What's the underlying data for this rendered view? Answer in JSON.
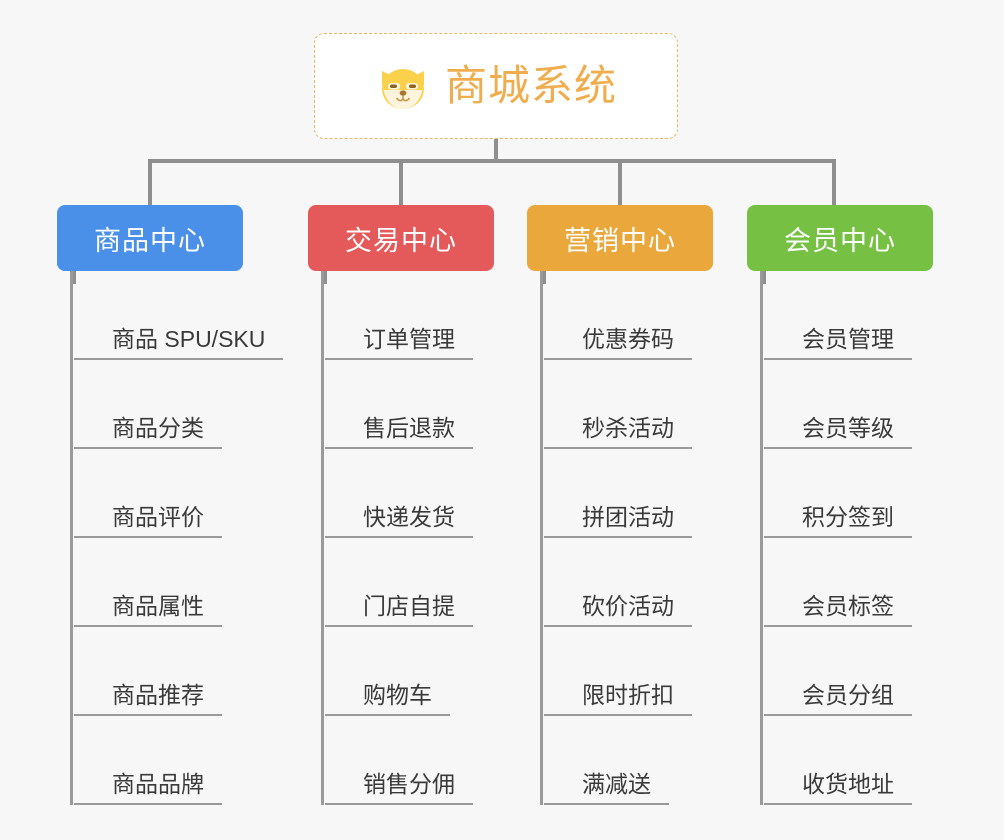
{
  "page": {
    "background_color": "#f7f7f7",
    "line_color": "#8f8f8f",
    "leaf_line_color": "#9a9a9a",
    "leaf_text_color": "#3a3a3a"
  },
  "root": {
    "title": "商城系统",
    "icon": "shiba-dog-icon",
    "accent_color": "#f0ad4e",
    "border_color": "#eab560",
    "background_color": "#ffffff"
  },
  "categories": [
    {
      "label": "商品中心",
      "color": "#4a90e8",
      "items": [
        "商品 SPU/SKU",
        "商品分类",
        "商品评价",
        "商品属性",
        "商品推荐",
        "商品品牌"
      ]
    },
    {
      "label": "交易中心",
      "color": "#e4595a",
      "items": [
        "订单管理",
        "售后退款",
        "快递发货",
        "门店自提",
        "购物车",
        "销售分佣"
      ]
    },
    {
      "label": "营销中心",
      "color": "#eaa83c",
      "items": [
        "优惠券码",
        "秒杀活动",
        "拼团活动",
        "砍价活动",
        "限时折扣",
        "满减送"
      ]
    },
    {
      "label": "会员中心",
      "color": "#76c043",
      "items": [
        "会员管理",
        "会员等级",
        "积分签到",
        "会员标签",
        "会员分组",
        "收货地址"
      ]
    }
  ]
}
